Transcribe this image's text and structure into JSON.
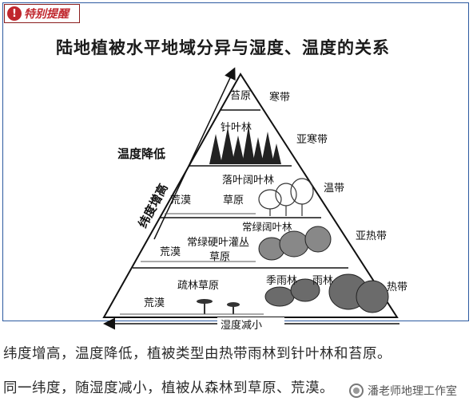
{
  "badge": {
    "icon": "warning-icon",
    "icon_glyph": "!",
    "label": "特别提醒"
  },
  "title": "陆地植被水平地域分异与湿度、温度的关系",
  "pyramid": {
    "belts": [
      "寒带",
      "亚寒带",
      "温带",
      "亚热带",
      "热带"
    ],
    "vegetation": {
      "tundra": "苔原",
      "taiga": "针叶林",
      "temperate_forest": "落叶阔叶林",
      "temperate_desert": "荒漠",
      "temperate_grass": "草原",
      "subtropical_forest": "常绿阔叶林",
      "subtropical_desert": "荒漠",
      "sclerophyll": "常绿硬叶灌丛",
      "subtropical_grass": "草原",
      "savanna": "疏林草原",
      "tropical_desert": "荒漠",
      "monsoon": "季雨林",
      "rainforest": "雨林"
    },
    "axis_vertical": "温度降低",
    "axis_diagonal": "纬度增高",
    "axis_bottom": "湿度减小"
  },
  "captions": [
    "纬度增高，温度降低，植被类型由热带雨林到针叶林和苔原。",
    "同一纬度，随湿度减小，植被从森林到草原、荒漠。"
  ],
  "watermark": "潘老师地理工作室"
}
